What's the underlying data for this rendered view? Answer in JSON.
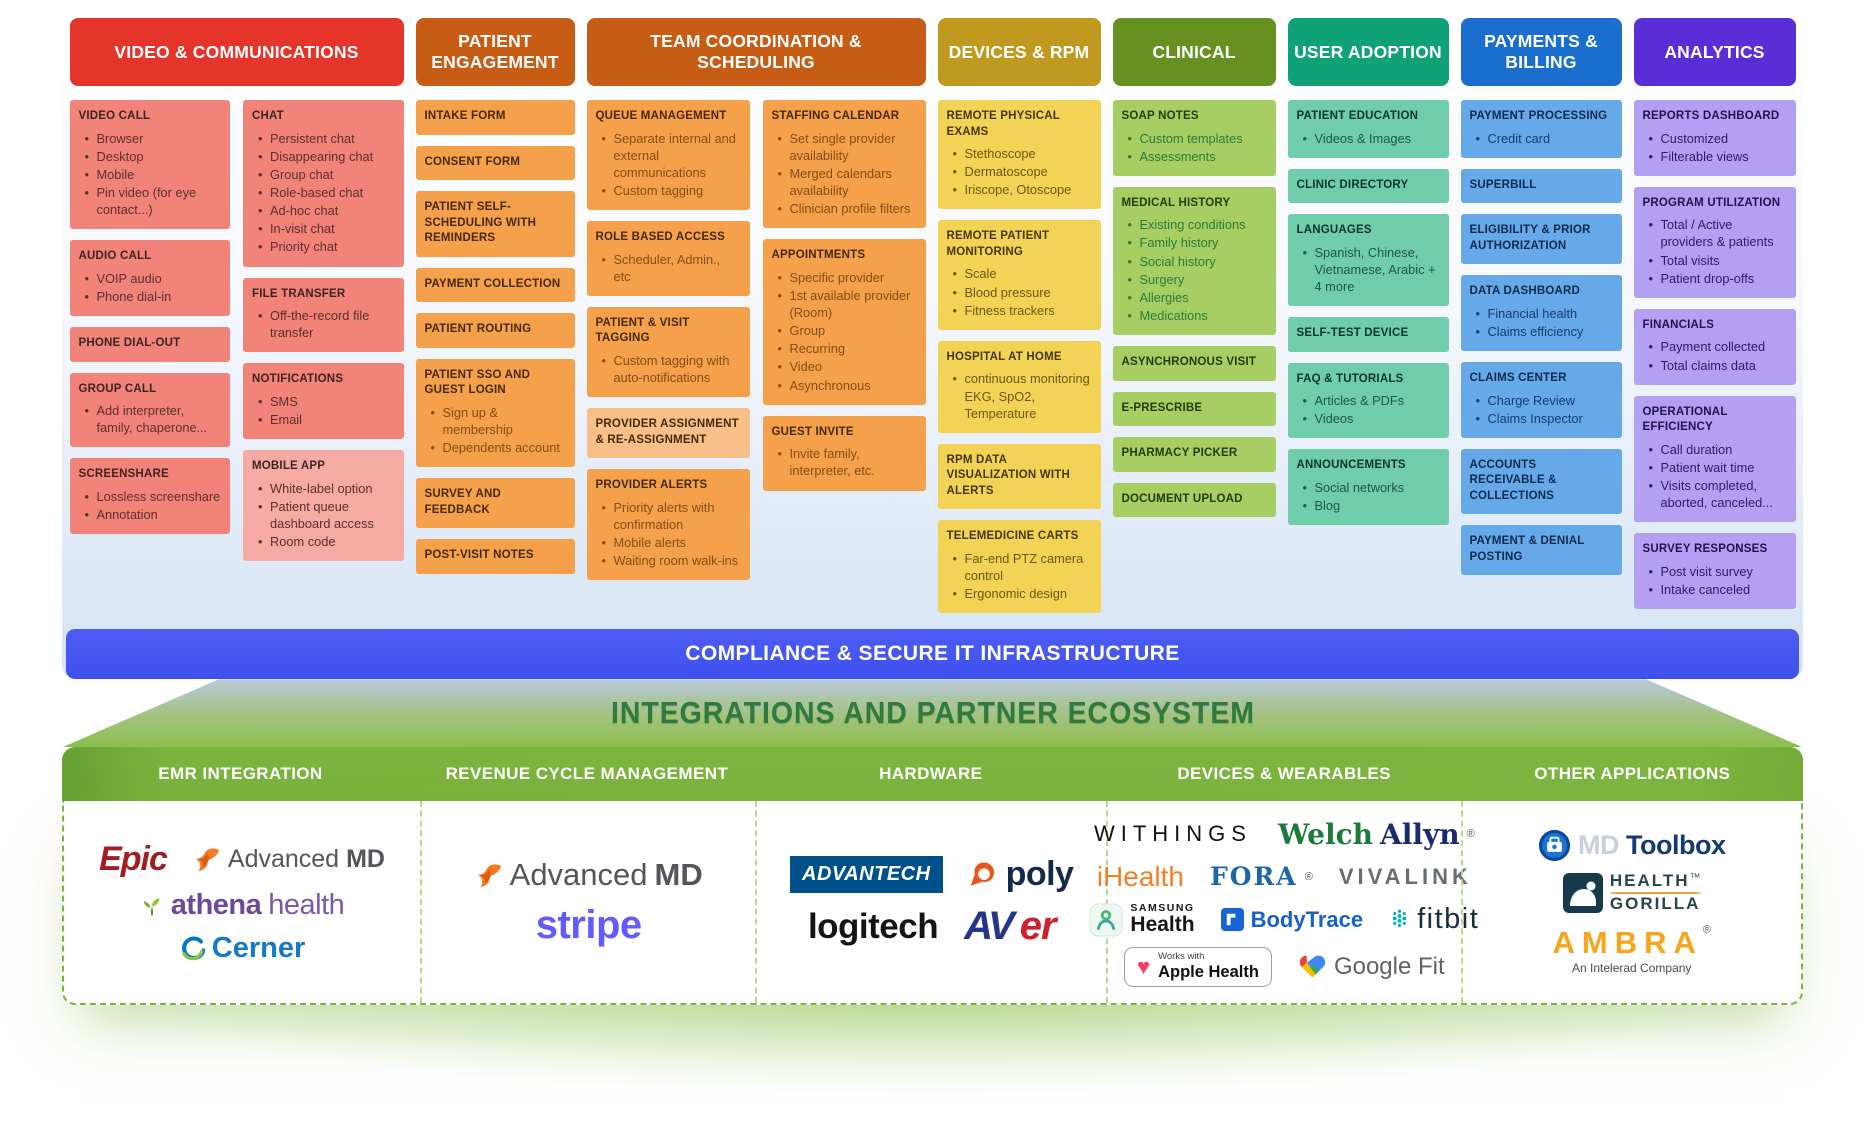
{
  "banner": {
    "compliance": "COMPLIANCE & SECURE IT INFRASTRUCTURE"
  },
  "ecosystem": {
    "title": "INTEGRATIONS AND PARTNER ECOSYSTEM"
  },
  "colors": {
    "compliance_bar": "#4353f0",
    "funnel_green": "#8abf4d",
    "integration_bar": "#7ab33d",
    "panel_border": "#79b43e"
  },
  "feature_columns": [
    {
      "title": "VIDEO & COMMUNICATIONS",
      "header_bg": "#e5352b",
      "box_bg": "#f28379",
      "box_bg_light": "#f5aba3",
      "title_color": "#3c2422",
      "bullet_color": "#5c2f2d",
      "subcolumns": [
        [
          {
            "title": "VIDEO CALL",
            "bullets": [
              "Browser",
              "Desktop",
              "Mobile",
              "Pin video (for eye contact...)"
            ]
          },
          {
            "title": "AUDIO CALL",
            "bullets": [
              "VOIP audio",
              "Phone dial-in"
            ]
          },
          {
            "title": "PHONE DIAL-OUT",
            "bullets": []
          },
          {
            "title": "GROUP CALL",
            "bullets": [
              "Add interpreter, family, chaperone..."
            ]
          },
          {
            "title": "SCREENSHARE",
            "bullets": [
              "Lossless screenshare",
              "Annotation"
            ]
          }
        ],
        [
          {
            "title": "CHAT",
            "bullets": [
              "Persistent chat",
              "Disappearing chat",
              "Group chat",
              "Role-based chat",
              "Ad-hoc chat",
              "In-visit chat",
              "Priority chat"
            ]
          },
          {
            "title": "FILE TRANSFER",
            "bullets": [
              "Off-the-record file transfer"
            ]
          },
          {
            "title": "NOTIFICATIONS",
            "bullets": [
              "SMS",
              "Email"
            ]
          },
          {
            "title": "MOBILE APP",
            "light": true,
            "bullets": [
              "White-label option",
              "Patient queue dashboard access",
              "Room code"
            ]
          }
        ]
      ]
    },
    {
      "title": "PATIENT ENGAGEMENT",
      "header_bg": "#c75c15",
      "box_bg": "#f5a04b",
      "box_bg_light": "#f8c089",
      "title_color": "#46290a",
      "bullet_color": "#874c10",
      "subcolumns": [
        [
          {
            "title": "INTAKE FORM",
            "bullets": []
          },
          {
            "title": "CONSENT FORM",
            "bullets": []
          },
          {
            "title": "PATIENT SELF-SCHEDULING WITH  REMINDERS",
            "bullets": []
          },
          {
            "title": "PAYMENT COLLECTION",
            "bullets": []
          },
          {
            "title": "PATIENT ROUTING",
            "bullets": []
          },
          {
            "title": "PATIENT SSO AND GUEST LOGIN",
            "bullets": [
              "Sign up & membership",
              "Dependents account"
            ]
          },
          {
            "title": "SURVEY AND FEEDBACK",
            "bullets": []
          },
          {
            "title": "POST-VISIT NOTES",
            "bullets": []
          }
        ]
      ]
    },
    {
      "title": "TEAM COORDINATION & SCHEDULING",
      "header_bg": "#c75c15",
      "box_bg": "#f5a04b",
      "box_bg_light": "#f8c089",
      "title_color": "#46290a",
      "bullet_color": "#874c10",
      "subcolumns": [
        [
          {
            "title": "QUEUE MANAGEMENT",
            "bullets": [
              "Separate internal and external communications",
              "Custom tagging"
            ]
          },
          {
            "title": "ROLE BASED ACCESS",
            "bullets": [
              "Scheduler, Admin., etc"
            ]
          },
          {
            "title": "PATIENT & VISIT TAGGING",
            "bullets": [
              "Custom tagging with auto-notifications"
            ]
          },
          {
            "title": "PROVIDER ASSIGNMENT & RE-ASSIGNMENT",
            "light": true,
            "bullets": []
          },
          {
            "title": "PROVIDER ALERTS",
            "bullets": [
              "Priority alerts with confirmation",
              "Mobile alerts",
              "Waiting room  walk-ins"
            ]
          }
        ],
        [
          {
            "title": "STAFFING CALENDAR",
            "bullets": [
              "Set single provider availability",
              "Merged calendars availability",
              "Clinician profile filters"
            ]
          },
          {
            "title": "APPOINTMENTS",
            "bullets": [
              "Specific provider",
              "1st available provider (Room)",
              "Group",
              "Recurring",
              "Video",
              "Asynchronous"
            ]
          },
          {
            "title": "GUEST INVITE",
            "bullets": [
              "Invite family, interpreter, etc."
            ]
          }
        ]
      ]
    },
    {
      "title": "DEVICES & RPM",
      "header_bg": "#bf9a1e",
      "box_bg": "#f2d355",
      "box_bg_light": "#f6e18a",
      "title_color": "#453708",
      "bullet_color": "#6b5812",
      "subcolumns": [
        [
          {
            "title": "REMOTE PHYSICAL EXAMS",
            "bullets": [
              "Stethoscope",
              "Dermatoscope",
              "Iriscope, Otoscope"
            ]
          },
          {
            "title": "REMOTE PATIENT MONITORING",
            "bullets": [
              "Scale",
              "Blood pressure",
              "Fitness trackers"
            ]
          },
          {
            "title": "HOSPITAL AT HOME",
            "bullets": [
              "continuous monitoring EKG, SpO2, Temperature"
            ]
          },
          {
            "title": "RPM DATA VISUALIZATION WITH ALERTS",
            "bullets": []
          },
          {
            "title": "TELEMEDICINE CARTS",
            "bullets": [
              "Far-end PTZ camera control",
              "Ergonomic design"
            ]
          }
        ]
      ]
    },
    {
      "title": "CLINICAL",
      "header_bg": "#66901f",
      "box_bg": "#a6ce62",
      "box_bg_light": "#bcdb85",
      "title_color": "#253c0b",
      "bullet_color": "#2c7a3c",
      "subcolumns": [
        [
          {
            "title": "SOAP NOTES",
            "bullets": [
              "Custom templates",
              "Assessments"
            ]
          },
          {
            "title": "MEDICAL HISTORY",
            "bullets": [
              "Existing conditions",
              "Family history",
              "Social history",
              "Surgery",
              "Allergies",
              "Medications"
            ]
          },
          {
            "title": "ASYNCHRONOUS VISIT",
            "bullets": []
          },
          {
            "title": "E-PRESCRIBE",
            "bullets": []
          },
          {
            "title": "PHARMACY PICKER",
            "bullets": []
          },
          {
            "title": "DOCUMENT UPLOAD",
            "bullets": []
          }
        ]
      ]
    },
    {
      "title": "USER ADOPTION",
      "header_bg": "#0fa277",
      "box_bg": "#6fcdab",
      "box_bg_light": "#93dbc1",
      "title_color": "#0c352a",
      "bullet_color": "#1d564a",
      "subcolumns": [
        [
          {
            "title": "PATIENT EDUCATION",
            "bullets": [
              "Videos & Images"
            ]
          },
          {
            "title": "CLINIC DIRECTORY",
            "bullets": []
          },
          {
            "title": "LANGUAGES",
            "bullets": [
              "Spanish, Chinese, Vietnamese, Arabic + 4 more"
            ]
          },
          {
            "title": "SELF-TEST DEVICE",
            "bullets": []
          },
          {
            "title": "FAQ & TUTORIALS",
            "bullets": [
              "Articles & PDFs",
              "Videos"
            ]
          },
          {
            "title": "ANNOUNCEMENTS",
            "bullets": [
              "Social networks",
              "Blog"
            ]
          }
        ]
      ]
    },
    {
      "title": "PAYMENTS & BILLING",
      "header_bg": "#1a6fce",
      "box_bg": "#66a9e8",
      "box_bg_light": "#8fc0ef",
      "title_color": "#0e2a4e",
      "bullet_color": "#153c6e",
      "subcolumns": [
        [
          {
            "title": "PAYMENT PROCESSING",
            "bullets": [
              "Credit card"
            ]
          },
          {
            "title": "SUPERBILL",
            "bullets": []
          },
          {
            "title": "ELIGIBILITY & PRIOR AUTHORIZATION",
            "bullets": []
          },
          {
            "title": "DATA DASHBOARD",
            "bullets": [
              "Financial health",
              "Claims efficiency"
            ]
          },
          {
            "title": "CLAIMS CENTER",
            "bullets": [
              "Charge Review",
              "Claims Inspector"
            ]
          },
          {
            "title": "ACCOUNTS RECEIVABLE & COLLECTIONS",
            "bullets": []
          },
          {
            "title": "PAYMENT & DENIAL POSTING",
            "bullets": []
          }
        ]
      ]
    },
    {
      "title": "ANALYTICS",
      "header_bg": "#5a2ed6",
      "box_bg": "#b4a0f3",
      "box_bg_light": "#c9bbf7",
      "title_color": "#221050",
      "bullet_color": "#2d1a6b",
      "subcolumns": [
        [
          {
            "title": "REPORTS DASHBOARD",
            "bullets": [
              "Customized",
              "Filterable views"
            ]
          },
          {
            "title": "PROGRAM UTILIZATION",
            "bullets": [
              "Total / Active providers & patients",
              "Total visits",
              "Patient drop-offs"
            ]
          },
          {
            "title": "FINANCIALS",
            "bullets": [
              "Payment collected",
              "Total claims data"
            ]
          },
          {
            "title": "OPERATIONAL EFFICIENCY",
            "bullets": [
              "Call duration",
              "Patient wait time",
              "Visits completed, aborted, canceled..."
            ]
          },
          {
            "title": "SURVEY RESPONSES",
            "bullets": [
              "Post visit survey",
              "Intake canceled"
            ]
          }
        ]
      ]
    }
  ],
  "integrations": {
    "sections": [
      {
        "title": "EMR INTEGRATION",
        "rows": [
          [
            "epic",
            "advancedmd"
          ],
          [
            "athenahealth"
          ],
          [
            "cerner"
          ]
        ]
      },
      {
        "title": "REVENUE CYCLE MANAGEMENT",
        "rows": [
          [
            "advancedmd_lg"
          ],
          [
            "stripe"
          ]
        ]
      },
      {
        "title": "HARDWARE",
        "rows": [
          [
            "advantech",
            "poly"
          ],
          [
            "logitech",
            "aver"
          ]
        ]
      },
      {
        "title": "DEVICES & WEARABLES",
        "rows": [
          [
            "withings",
            "welchallyn"
          ],
          [
            "ihealth",
            "fora",
            "vivalink"
          ],
          [
            "samsung_health",
            "bodytrace",
            "fitbit"
          ],
          [
            "apple_health",
            "google_fit"
          ]
        ]
      },
      {
        "title": "OTHER APPLICATIONS",
        "rows": [
          [
            "mdtoolbox"
          ],
          [
            "health_gorilla"
          ],
          [
            "ambra"
          ]
        ]
      }
    ]
  },
  "logos": {
    "epic": {
      "label": "Epic"
    },
    "advancedmd": {
      "pre": "Advanced",
      "bold": "MD"
    },
    "advancedmd_lg": {
      "pre": "Advanced",
      "bold": "MD"
    },
    "athenahealth": {
      "pre": "athena",
      "post": "health"
    },
    "cerner": {
      "label": "Cerner"
    },
    "stripe": {
      "label": "stripe"
    },
    "advantech": {
      "label": "ADVANTECH"
    },
    "poly": {
      "label": "poly"
    },
    "logitech": {
      "label": "logitech"
    },
    "aver": {
      "pre": "AV",
      "post": "er"
    },
    "withings": {
      "label": "WITHINGS"
    },
    "welchallyn": {
      "pre": "Welch",
      "post": "Allyn",
      "mark": "®"
    },
    "ihealth": {
      "label": "iHealth"
    },
    "fora": {
      "label": "FORA",
      "mark": "®"
    },
    "vivalink": {
      "label": "VIVALINK"
    },
    "samsung_health": {
      "top": "SAMSUNG",
      "bottom": "Health"
    },
    "bodytrace": {
      "label": "BodyTrace"
    },
    "fitbit": {
      "label": "fitbit"
    },
    "apple_health": {
      "top": "Works with",
      "bottom": "Apple Health"
    },
    "google_fit": {
      "label": "Google Fit"
    },
    "mdtoolbox": {
      "pre": "MD",
      "bold": "Toolbox"
    },
    "health_gorilla": {
      "top": "HEALTH",
      "bottom": "GORILLA",
      "mark": "™"
    },
    "ambra": {
      "label": "AMBRA",
      "mark": "®",
      "sub": "An Intelerad Company"
    }
  }
}
